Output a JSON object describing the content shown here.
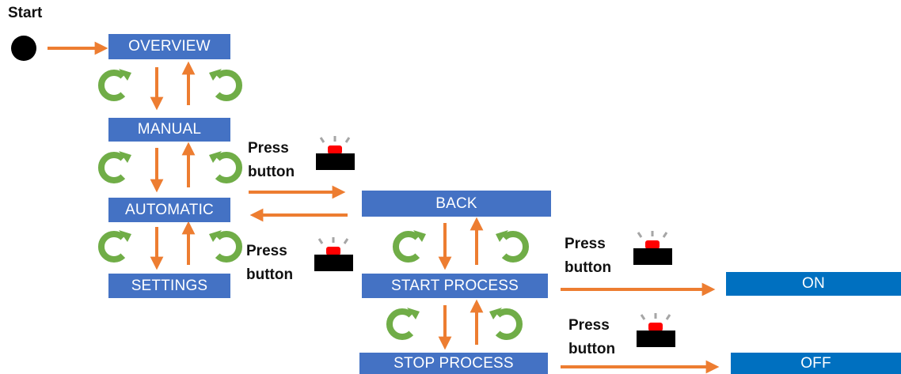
{
  "start_label": "Start",
  "states": {
    "overview": "OVERVIEW",
    "manual": "MANUAL",
    "automatic": "AUTOMATIC",
    "settings": "SETTINGS",
    "back": "BACK",
    "start_process": "START PROCESS",
    "stop_process": "STOP PROCESS",
    "on": "ON",
    "off": "OFF"
  },
  "transition_label": {
    "line1": "Press",
    "line2": "button"
  },
  "icons": {
    "start_node": "filled-circle",
    "cycle_left": "circular-arrow-icon",
    "cycle_right": "circular-arrow-icon",
    "push_button": "red-push-button-icon"
  },
  "colors": {
    "state_box": "#4472c4",
    "output_box": "#0070c0",
    "arrow": "#ed7d31",
    "cycle": "#70ad47",
    "button_red": "#ff0000",
    "button_base": "#000000",
    "button_rays": "#a6a6a6"
  }
}
